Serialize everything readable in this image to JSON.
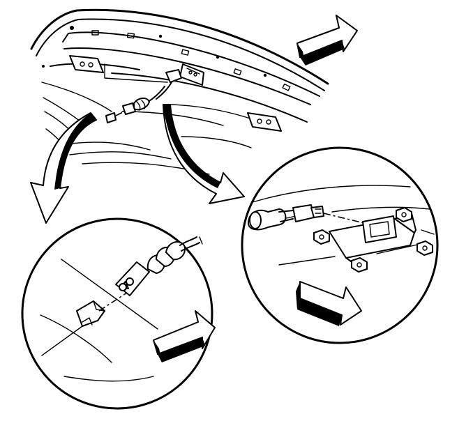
{
  "diagram": {
    "colors": {
      "ink": "#000000",
      "paper": "#ffffff"
    },
    "parts": {
      "panel": "vehicle-roof-panel",
      "connector": "wiring-connector",
      "clip": "retaining-clip",
      "lamp_housing": "lamp-housing-with-nuts"
    },
    "icons": {
      "direction_arrow": "forward-arrow-icon",
      "callout_arrow": "curved-callout-arrow-icon"
    }
  }
}
